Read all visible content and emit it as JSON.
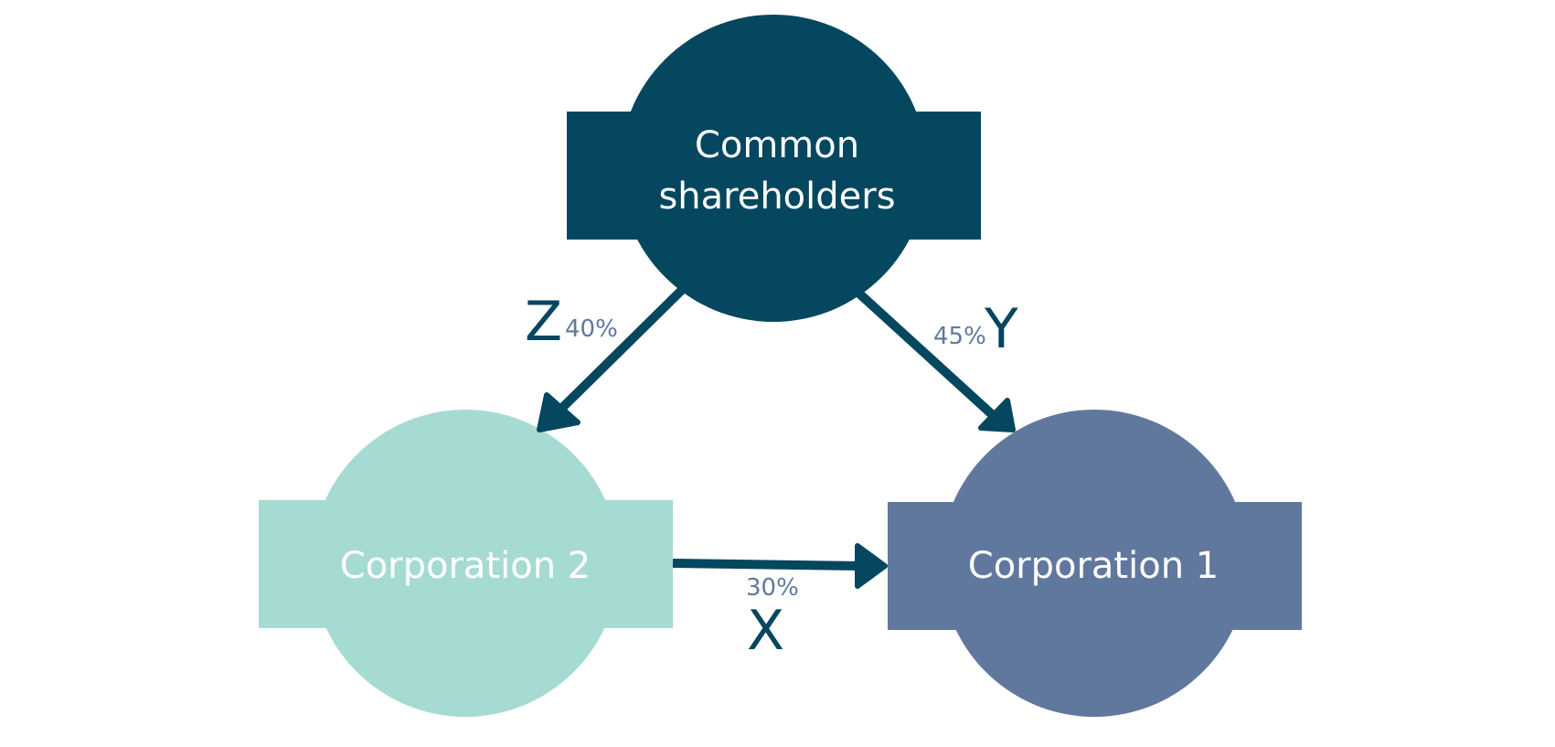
{
  "colors": {
    "shareholders": "#05475f",
    "corporation_2": "#a6dbd3",
    "corporation_1": "#61789e",
    "arrow": "#05475f",
    "percent_text": "#61789e",
    "letter_text": "#05475f",
    "node_text": "#ffffff"
  },
  "nodes": {
    "shareholders": {
      "line1": "Common",
      "line2": "shareholders"
    },
    "corporation_2": {
      "label": "Corporation 2"
    },
    "corporation_1": {
      "label": "Corporation 1"
    }
  },
  "edges": {
    "shareholders_to_corp2": {
      "letter": "Z",
      "percent": "40%"
    },
    "shareholders_to_corp1": {
      "letter": "Y",
      "percent": "45%"
    },
    "corp2_to_corp1": {
      "letter": "X",
      "percent": "30%"
    }
  }
}
